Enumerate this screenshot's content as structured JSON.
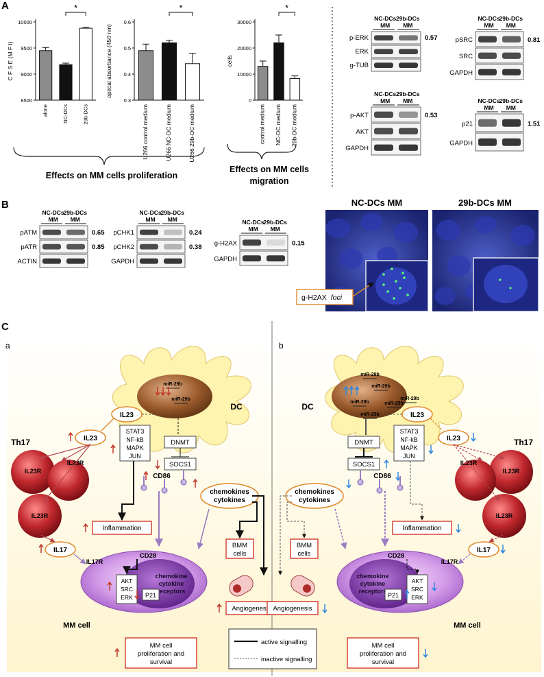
{
  "panels": {
    "A": "A",
    "B": "B",
    "C": "C"
  },
  "section_a": {
    "proliferation_caption": "Effects on MM cells proliferation",
    "migration_caption_line1": "Effects on MM cells",
    "migration_caption_line2": "migration"
  },
  "chart_data": [
    {
      "type": "bar",
      "categories": [
        "alone",
        "NC-DCs",
        "29b-DCs"
      ],
      "values": [
        9450,
        9180,
        9880
      ],
      "errors": [
        60,
        30,
        20
      ],
      "colors": [
        "#8c8c8c",
        "#111111",
        "#ffffff"
      ],
      "ylabel": "C F S E (M F I)",
      "ylim": [
        8500,
        10000
      ],
      "yticks": [
        8500,
        9000,
        9500,
        10000
      ],
      "significance": {
        "from": 1,
        "to": 2,
        "label": "*"
      }
    },
    {
      "type": "bar",
      "categories": [
        "U266 control medium",
        "U266 NC-DC medium",
        "U266 29b-DC medium"
      ],
      "values": [
        0.49,
        0.52,
        0.44
      ],
      "errors": [
        0.025,
        0.01,
        0.04
      ],
      "colors": [
        "#8c8c8c",
        "#111111",
        "#ffffff"
      ],
      "ylabel": "optical absorbance (450 nm)",
      "ylim": [
        0.3,
        0.6
      ],
      "yticks": [
        0.3,
        0.4,
        0.5,
        0.6
      ],
      "significance": {
        "from": 1,
        "to": 2,
        "label": "*"
      }
    },
    {
      "type": "bar",
      "categories": [
        "control medium",
        "NC-DC medium",
        "29b-DC medium"
      ],
      "values": [
        13000,
        22000,
        8300
      ],
      "errors": [
        2000,
        3000,
        1000
      ],
      "colors": [
        "#8c8c8c",
        "#111111",
        "#ffffff"
      ],
      "ylabel": "cells",
      "ylim": [
        0,
        30000
      ],
      "yticks": [
        0,
        10000,
        20000,
        30000
      ],
      "significance": {
        "from": 1,
        "to": 2,
        "label": "*"
      }
    }
  ],
  "blots": {
    "erk": {
      "head1": "NC-DCs",
      "head2": "29b-DCs",
      "sub": "MM",
      "rows": [
        "p-ERK",
        "ERK",
        "g-TUB"
      ],
      "value": "0.57"
    },
    "src": {
      "head1": "NC-DCs",
      "head2": "29b-DCs",
      "sub": "MM",
      "rows": [
        "pSRC",
        "SRC",
        "GAPDH"
      ],
      "value": "0.81"
    },
    "akt": {
      "head1": "NC-DCs",
      "head2": "29b-DCs",
      "sub": "MM",
      "rows": [
        "p-AKT",
        "AKT",
        "GAPDH"
      ],
      "value": "0.53"
    },
    "p21": {
      "head1": "NC-DCs",
      "head2": "29b-DCs",
      "sub": "MM",
      "rows": [
        "p21",
        "GAPDH"
      ],
      "value": "1.51"
    },
    "atm": {
      "head1": "NC-DCs",
      "head2": "29b-DCs",
      "sub": "MM",
      "rows": [
        "pATM",
        "pATR",
        "ACTIN"
      ],
      "values": [
        "0.65",
        "0.85"
      ]
    },
    "chk": {
      "head1": "NC-DCs",
      "head2": "29b-DCs",
      "sub": "MM",
      "rows": [
        "pCHK1",
        "pCHK2",
        "GAPDH"
      ],
      "values": [
        "0.24",
        "0.38"
      ]
    },
    "h2ax": {
      "head1": "NC-DCs",
      "head2": "29b-DCs",
      "sub": "MM",
      "rows": [
        "g-H2AX",
        "GAPDH"
      ],
      "value": "0.15"
    }
  },
  "microscopy": {
    "left_title": "NC-DCs MM",
    "right_title": "29b-DCs MM",
    "foci_label": "g-H2AX",
    "foci_italic": "foci"
  },
  "diagram": {
    "left": {
      "tag": "a",
      "dc": "DC",
      "th17": "Th17",
      "il23": "IL23",
      "il23r": "IL23R",
      "il17": "IL17",
      "il17r": "IL17R",
      "stat_lines": [
        "STAT3",
        "NF-kB",
        "MAPK",
        "JUN"
      ],
      "dnmt": "DNMT",
      "socs1": "SOCS1",
      "cd86": "CD86",
      "cd28": "CD28",
      "mir": "miR-29b",
      "chemo_line1": "chemokines",
      "chemo_line2": "cytokines",
      "inflammation": "Inflammation",
      "bmm_line1": "BMM",
      "bmm_line2": "cells",
      "angiogenesis": "Angiogenesis",
      "receptor_line1": "chemokine",
      "receptor_line2": "cytokine",
      "receptor_line3": "receptors",
      "akt_lines": [
        "AKT",
        "SRC",
        "ERK"
      ],
      "p21": "P21",
      "mm_cell": "MM cell",
      "prolif_line1": "MM cell",
      "prolif_line2": "proliferation and",
      "prolif_line3": "survival"
    },
    "right": {
      "tag": "b",
      "dc": "DC",
      "th17": "Th17",
      "il23": "IL23",
      "il23r": "IL23R",
      "il17": "IL17",
      "il17r": "IL17R",
      "stat_lines": [
        "STAT3",
        "NF-kB",
        "MAPK",
        "JUN"
      ],
      "dnmt": "DNMT",
      "socs1": "SOCS1",
      "cd86": "CD86",
      "cd28": "CD28",
      "mir": "miR-29b",
      "chemo_line1": "chemokines",
      "chemo_line2": "cytokines",
      "inflammation": "Inflammation",
      "bmm_line1": "BMM",
      "bmm_line2": "cells",
      "angiogenesis": "Angiogenesis",
      "receptor_line1": "chemokine",
      "receptor_line2": "cytokine",
      "receptor_line3": "receptors",
      "akt_lines": [
        "AKT",
        "SRC",
        "ERK"
      ],
      "p21": "P21",
      "mm_cell": "MM cell",
      "prolif_line1": "MM cell",
      "prolif_line2": "proliferation and",
      "prolif_line3": "survival"
    },
    "legend": {
      "active": "active signalling",
      "inactive": "inactive signalling"
    }
  },
  "colors": {
    "up_arrow": "#c0392b",
    "down_arrow": "#2e86de",
    "box_border": "#d33a2c",
    "il_border": "#e08a2c",
    "dc_fill": "#fff3b0",
    "nucleus": "#9a5a2c",
    "mm_cell": "#b26fd0",
    "th17": "#c0282d"
  }
}
